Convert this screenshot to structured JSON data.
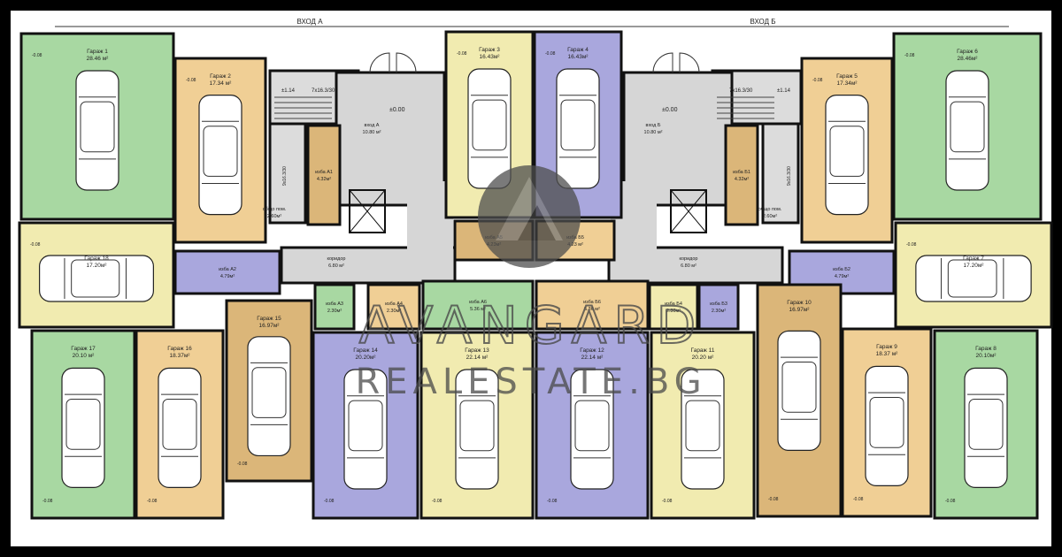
{
  "entrances": {
    "a": "ВХОД А",
    "b": "ВХОД Б"
  },
  "colors": {
    "green": "#a8d8a2",
    "orange": "#f0cf95",
    "brown": "#dbb679",
    "yellow": "#f1ebb0",
    "lavender": "#a9a7dd",
    "gray": "#d6d6d6",
    "wall": "#111111",
    "watermark": "#555555"
  },
  "watermark": {
    "line1": "AVANGARD",
    "line2": "REALESTATE.BG"
  },
  "garages": [
    {
      "id": "g1",
      "name": "Гараж 1",
      "area": "28.46 м²",
      "color": "green"
    },
    {
      "id": "g2",
      "name": "Гараж 2",
      "area": "17.34 м²",
      "color": "orange"
    },
    {
      "id": "g3",
      "name": "Гараж 3",
      "area": "16.43м²",
      "color": "yellow"
    },
    {
      "id": "g4",
      "name": "Гараж 4",
      "area": "16.43м²",
      "color": "lavender"
    },
    {
      "id": "g5",
      "name": "Гараж 5",
      "area": "17.34м²",
      "color": "orange"
    },
    {
      "id": "g6",
      "name": "Гараж 6",
      "area": "28.46м²",
      "color": "green"
    },
    {
      "id": "g7",
      "name": "Гараж 7",
      "area": "17.20м²",
      "color": "yellow"
    },
    {
      "id": "g8",
      "name": "Гараж 8",
      "area": "20.10м²",
      "color": "green"
    },
    {
      "id": "g9",
      "name": "Гараж 9",
      "area": "18.37 м²",
      "color": "orange"
    },
    {
      "id": "g10",
      "name": "Гараж 10",
      "area": "16.97м²",
      "color": "brown"
    },
    {
      "id": "g11",
      "name": "Гараж 11",
      "area": "20.20 м²",
      "color": "yellow"
    },
    {
      "id": "g12",
      "name": "Гараж 12",
      "area": "22.14 м²",
      "color": "lavender"
    },
    {
      "id": "g13",
      "name": "Гараж 13",
      "area": "22.14 м²",
      "color": "yellow"
    },
    {
      "id": "g14",
      "name": "Гараж 14",
      "area": "20.20м²",
      "color": "lavender"
    },
    {
      "id": "g15",
      "name": "Гараж 15",
      "area": "16.97м²",
      "color": "brown"
    },
    {
      "id": "g16",
      "name": "Гараж 16",
      "area": "18.37м²",
      "color": "orange"
    },
    {
      "id": "g17",
      "name": "Гараж 17",
      "area": "20.10 м²",
      "color": "green"
    },
    {
      "id": "g18",
      "name": "Гараж 18",
      "area": "17.20м²",
      "color": "yellow"
    }
  ],
  "rooms": [
    {
      "id": "vhodA",
      "name": "вход А",
      "area": "10.80 м²",
      "color": "gray"
    },
    {
      "id": "vhodB",
      "name": "вход Б",
      "area": "10.80 м²",
      "color": "gray"
    },
    {
      "id": "korA",
      "name": "коридор",
      "area": "6.80 м²",
      "color": "gray"
    },
    {
      "id": "korB",
      "name": "коридор",
      "area": "6.80 м²",
      "color": "gray"
    },
    {
      "id": "obA",
      "name": "общо пом.",
      "area": "2.60м²",
      "color": "gray"
    },
    {
      "id": "obB",
      "name": "общо пом.",
      "area": "2.60м²",
      "color": "gray"
    },
    {
      "id": "a1",
      "name": "изба А1",
      "area": "4.32м²",
      "color": "brown"
    },
    {
      "id": "a2",
      "name": "изба А2",
      "area": "4.79м²",
      "color": "lavender"
    },
    {
      "id": "a3",
      "name": "изба А3",
      "area": "2.30м²",
      "color": "green"
    },
    {
      "id": "a4",
      "name": "изба А4",
      "area": "2.30м²",
      "color": "orange"
    },
    {
      "id": "a5",
      "name": "изба А5",
      "area": "4.23м²",
      "color": "brown"
    },
    {
      "id": "a6",
      "name": "изба А6",
      "area": "5.36 м²",
      "color": "green"
    },
    {
      "id": "b1",
      "name": "изба Б1",
      "area": "4.32м²",
      "color": "brown"
    },
    {
      "id": "b2",
      "name": "изба Б2",
      "area": "4.79м²",
      "color": "lavender"
    },
    {
      "id": "b3",
      "name": "изба Б3",
      "area": "2.30м²",
      "color": "lavender"
    },
    {
      "id": "b4",
      "name": "изба Б4",
      "area": "2.30м²",
      "color": "yellow"
    },
    {
      "id": "b5",
      "name": "изба Б5",
      "area": "4.23 м²",
      "color": "orange"
    },
    {
      "id": "b6",
      "name": "изба Б6",
      "area": "5.36 м²",
      "color": "orange"
    }
  ],
  "levels": {
    "level_zero": "±0.00",
    "level_stair": "±1.14",
    "level_garage": "-0.08",
    "stair_a": "7х16.3/30",
    "stair_b": "7х16.3/30",
    "stair_flight": "9х16.3/30"
  }
}
